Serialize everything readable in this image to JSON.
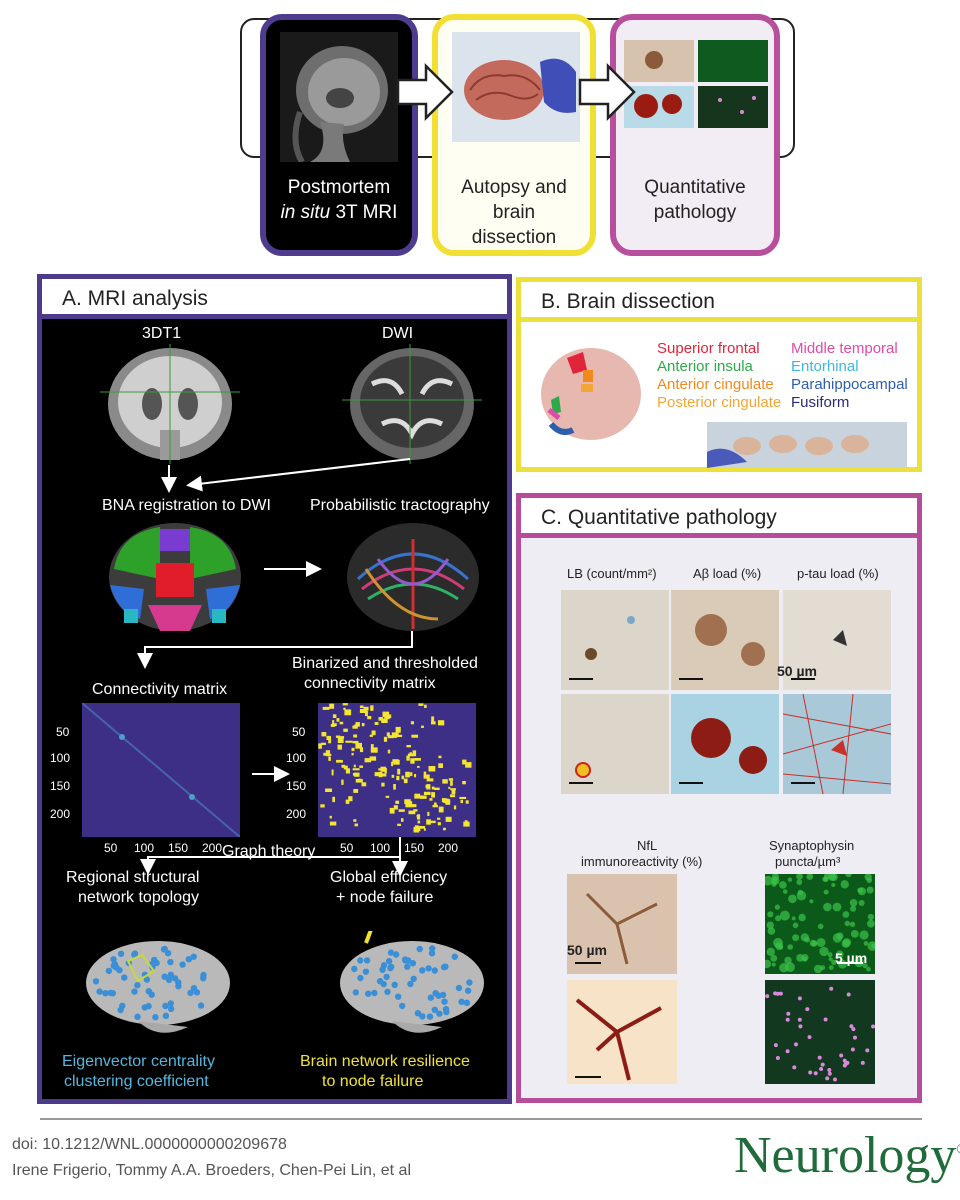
{
  "workflow": {
    "stage1_line1": "Postmortem",
    "stage1_line2_italic": "in situ",
    "stage1_line2_rest": " 3T MRI",
    "stage2_line1": "Autopsy and",
    "stage2_line2": "brain",
    "stage2_line3": "dissection",
    "stage3_line1": "Quantitative",
    "stage3_line2": "pathology"
  },
  "panelA": {
    "title": "A. MRI analysis",
    "label_3dt1": "3DT1",
    "label_dwi": "DWI",
    "label_bna": "BNA registration to DWI",
    "label_tract": "Probabilistic tractography",
    "label_conn": "Connectivity matrix",
    "label_bin1": "Binarized and thresholded",
    "label_bin2": "connectivity matrix",
    "ticks": [
      "50",
      "100",
      "150",
      "200"
    ],
    "label_graph": "Graph theory",
    "label_regional1": "Regional structural",
    "label_regional2": "network topology",
    "label_global1": "Global efficiency",
    "label_global2": "+ node failure",
    "label_eig1": "Eigenvector centrality",
    "label_eig2": "clustering coefficient",
    "label_res1": "Brain network resilience",
    "label_res2": "to node failure"
  },
  "panelB": {
    "title": "B. Brain dissection",
    "regions_left": [
      {
        "name": "Superior frontal",
        "color": "#e0253a"
      },
      {
        "name": "Anterior insula",
        "color": "#2fa84a"
      },
      {
        "name": "Anterior cingulate",
        "color": "#f08a1c"
      },
      {
        "name": "Posterior cingulate",
        "color": "#f2a637"
      }
    ],
    "regions_right": [
      {
        "name": "Middle temporal",
        "color": "#e04aa8"
      },
      {
        "name": "Entorhinal",
        "color": "#3fb6dc"
      },
      {
        "name": "Parahippocampal",
        "color": "#2c5fae"
      },
      {
        "name": "Fusiform",
        "color": "#2a2a78"
      }
    ]
  },
  "panelC": {
    "title": "C. Quantitative pathology",
    "lb": "LB (count/mm²)",
    "abeta": "Aβ load (%)",
    "ptau": "p-tau load (%)",
    "scale1": "50 µm",
    "nfl1": "NfL",
    "nfl2": "immunoreactivity (%)",
    "syn1": "Synaptophysin",
    "syn2": "puncta/µm³",
    "scale2": "50 µm",
    "scale3": "5 µm"
  },
  "footer": {
    "doi": "doi: 10.1212/WNL.0000000000209678",
    "authors": "Irene Frigerio, Tommy A.A. Broeders, Chen-Pei Lin, et al",
    "logo": "Neurology",
    "logo_mark": "®"
  }
}
